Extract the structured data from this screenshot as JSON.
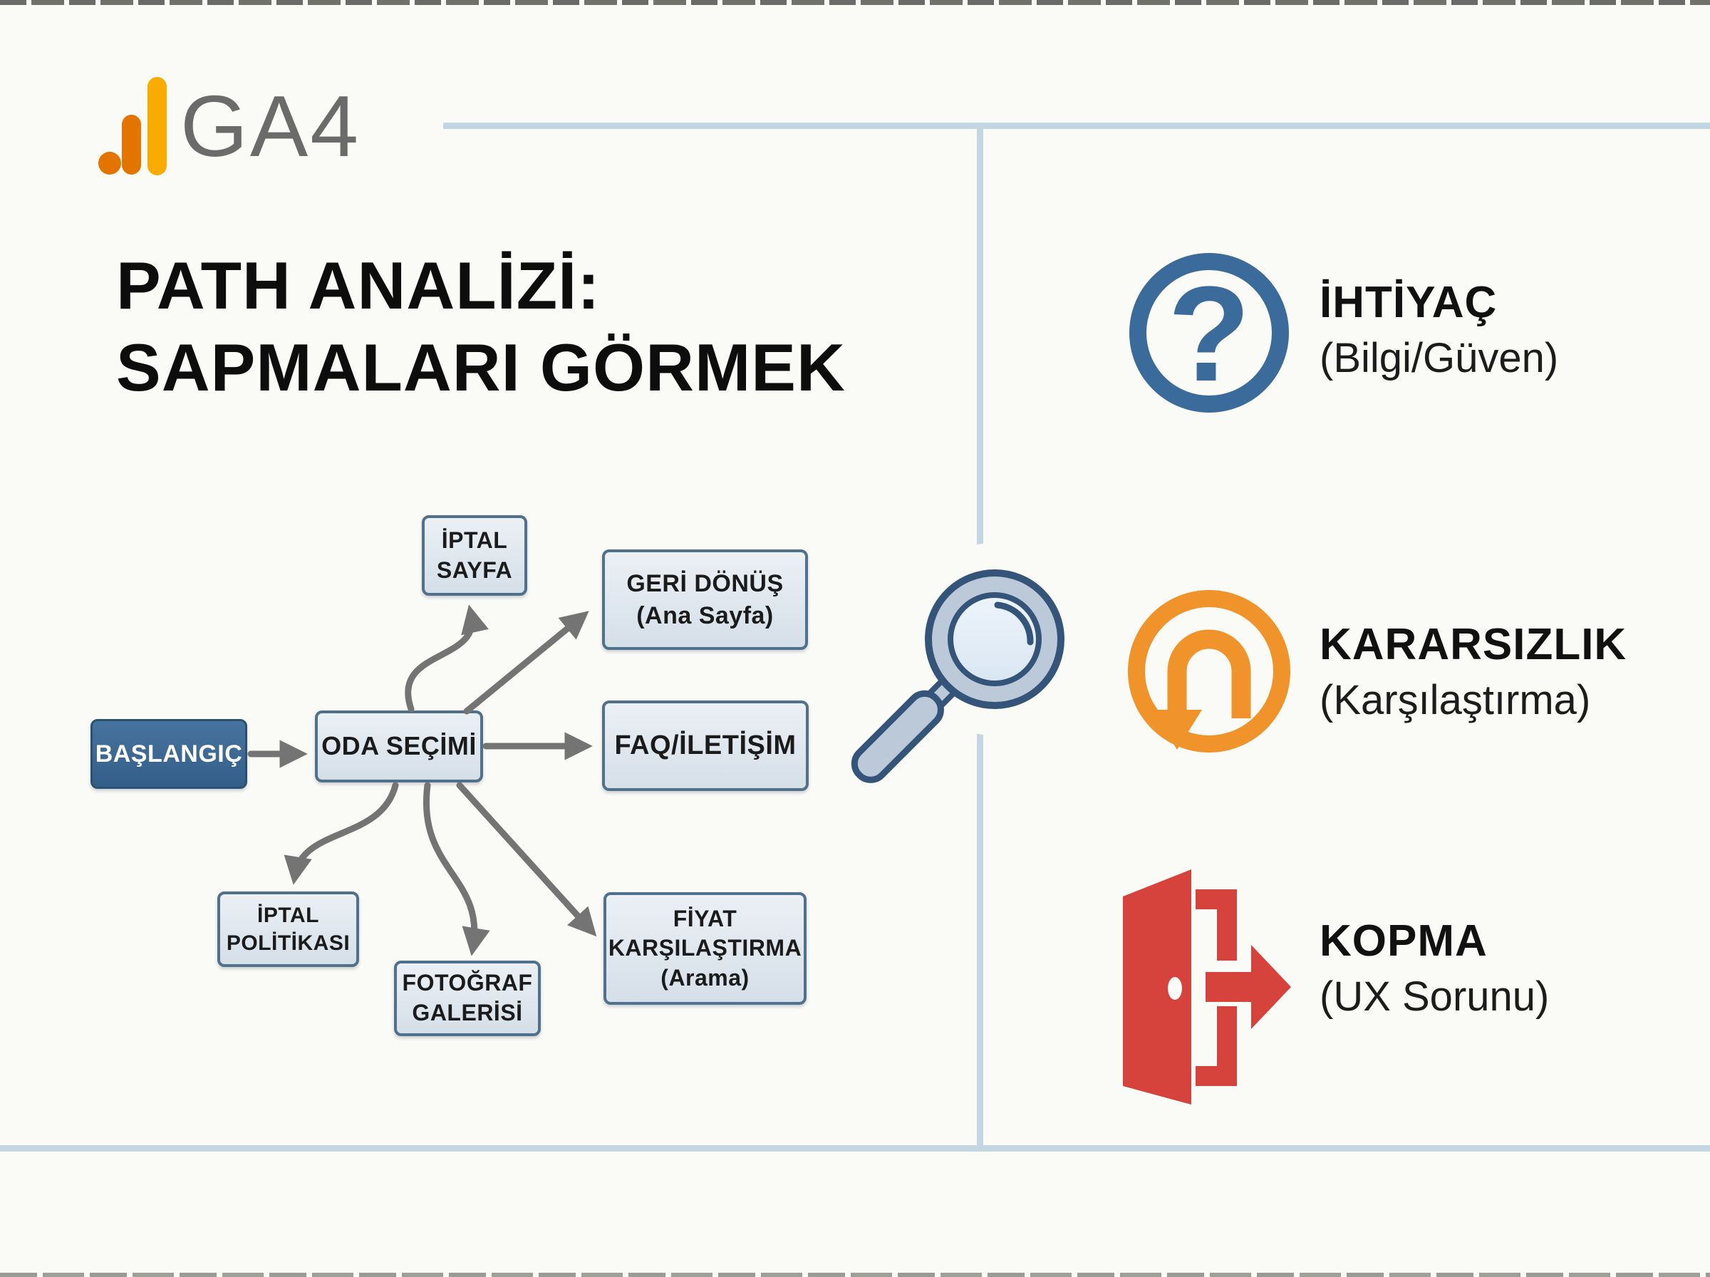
{
  "header": {
    "logo_text": "GA4"
  },
  "title": {
    "line1": "PATH ANALİZİ:",
    "line2": "SAPMALARI GÖRMEK"
  },
  "flow": {
    "nodes": [
      {
        "id": "start",
        "label": "BAŞLANGIÇ"
      },
      {
        "id": "oda_secimi",
        "label": "ODA SEÇİMİ"
      },
      {
        "id": "iptal_sayfa",
        "label": "İPTAL\nSAYFA"
      },
      {
        "id": "geri_donus",
        "label": "GERİ DÖNÜŞ\n(Ana Sayfa)"
      },
      {
        "id": "faq_iletisim",
        "label": "FAQ/İLETİŞİM"
      },
      {
        "id": "iptal_politikasi",
        "label": "İPTAL\nPOLİTİKASI"
      },
      {
        "id": "fotograf_galerisi",
        "label": "FOTOĞRAF\nGALERİSİ"
      },
      {
        "id": "fiyat_karsilastirma",
        "label": "FİYAT\nKARŞILAŞTIRMA\n(Arama)"
      }
    ],
    "edges": [
      {
        "from": "start",
        "to": "oda_secimi"
      },
      {
        "from": "oda_secimi",
        "to": "iptal_sayfa"
      },
      {
        "from": "oda_secimi",
        "to": "geri_donus"
      },
      {
        "from": "oda_secimi",
        "to": "faq_iletisim"
      },
      {
        "from": "oda_secimi",
        "to": "iptal_politikasi"
      },
      {
        "from": "oda_secimi",
        "to": "fotograf_galerisi"
      },
      {
        "from": "oda_secimi",
        "to": "fiyat_karsilastirma"
      }
    ]
  },
  "legend": [
    {
      "title": "İHTİYAÇ",
      "subtitle": "(Bilgi/Güven)",
      "icon": "question-circle-icon",
      "color": "#3A6B9B"
    },
    {
      "title": "KARARSIZLIK",
      "subtitle": "(Karşılaştırma)",
      "icon": "u-turn-icon",
      "color": "#F0932A"
    },
    {
      "title": "KOPMA",
      "subtitle": "(UX Sorunu)",
      "icon": "exit-door-icon",
      "color": "#D6423C"
    }
  ],
  "icons": {
    "magnifier": "magnifier-icon",
    "logo_bars": "ga4-bar-chart-icon"
  },
  "colors": {
    "background": "#FAFAF6",
    "divider": "#C5D6E3",
    "arrow": "#747474",
    "node_fill": "#DDE6ED",
    "node_border": "#50708C",
    "start_fill": "#3D6B96",
    "brand_amber": "#F9AB00",
    "brand_orange": "#E37400",
    "blue": "#3A6B9B",
    "orange": "#F0932A",
    "red": "#D6423C"
  }
}
